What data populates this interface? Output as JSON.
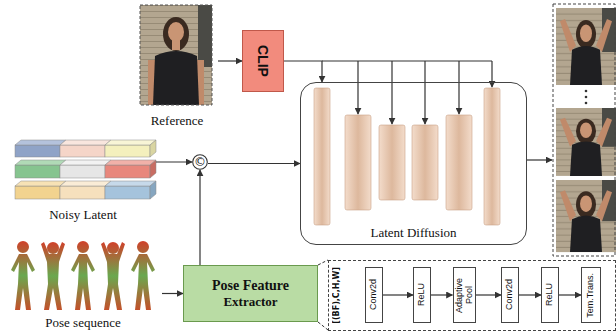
{
  "diagram": {
    "nodes": [
      {
        "text": [
          "Reference"
        ]
      },
      {
        "text": [
          "CLIP"
        ]
      },
      {
        "text": [
          "Latent Diffusion"
        ]
      },
      {
        "text": [
          "Noisy Latent"
        ]
      },
      {
        "text": [
          "©"
        ]
      },
      {
        "text": [
          "Pose sequence"
        ]
      },
      {
        "text": [
          "Pose Feature",
          "Extractor"
        ]
      },
      {
        "text": [
          "[(BF),C,H,W]"
        ]
      },
      {
        "text": [
          "Conv2d"
        ],
        "in": 7
      },
      {
        "text": [
          "ReLU"
        ],
        "in": 7
      },
      {
        "text": [
          "Adaptive Pool"
        ],
        "in": 7
      },
      {
        "text": [
          "Conv2d"
        ],
        "in": 7
      },
      {
        "text": [
          "ReLU"
        ],
        "in": 7
      },
      {
        "text": [
          "Tem.Trans."
        ],
        "in": 7
      }
    ],
    "edges": [
      {
        "from": 0,
        "to": 1,
        "arrow": "to"
      },
      {
        "from": 1,
        "to": 2,
        "arrow": "to"
      },
      {
        "from": 3,
        "to": 4,
        "arrow": "to"
      },
      {
        "from": 4,
        "to": 2,
        "arrow": "to"
      },
      {
        "from": 5,
        "to": 6,
        "arrow": "to"
      },
      {
        "from": 6,
        "to": 4,
        "arrow": "to"
      },
      {
        "from": 6,
        "to": 7,
        "arrow": "none"
      },
      {
        "from": 8,
        "to": 9,
        "arrow": "to"
      },
      {
        "from": 9,
        "to": 10,
        "arrow": "to"
      },
      {
        "from": 10,
        "to": 11,
        "arrow": "to"
      },
      {
        "from": 11,
        "to": 12,
        "arrow": "to"
      },
      {
        "from": 12,
        "to": 13,
        "arrow": "to"
      }
    ]
  }
}
